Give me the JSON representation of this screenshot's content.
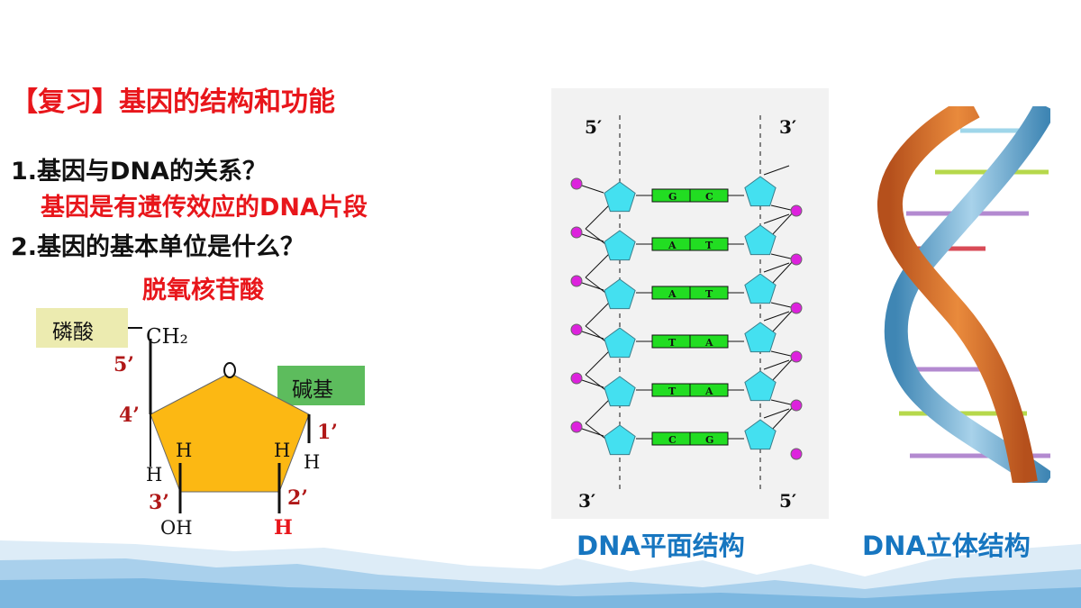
{
  "title": "【复习】基因的结构和功能",
  "question1": "1.基因与DNA的关系？",
  "answer1": "基因是有遗传效应的DNA片段",
  "question2": "2.基因的基本单位是什么？",
  "answer2": "脱氧核苷酸",
  "nucleotide": {
    "phosphate_label": "磷酸",
    "base_label": "碱基",
    "ch2": "CH₂",
    "ring_oxygen": "O",
    "oh": "OH",
    "h": "H",
    "carbons": [
      "5’",
      "4’",
      "3’",
      "2’",
      "1’"
    ]
  },
  "dna_plane": {
    "top_left_end": "5′",
    "top_right_end": "3′",
    "bottom_left_end": "3′",
    "bottom_right_end": "5′",
    "pairs": [
      [
        "G",
        "C"
      ],
      [
        "A",
        "T"
      ],
      [
        "A",
        "T"
      ],
      [
        "T",
        "A"
      ],
      [
        "T",
        "A"
      ],
      [
        "C",
        "G"
      ]
    ],
    "caption": "DNA平面结构"
  },
  "dna_3d": {
    "caption": "DNA立体结构"
  },
  "colors": {
    "title_red": "#e8161b",
    "caption_blue": "#1776c0",
    "sugar_orange": "#fcb813",
    "base_green": "#22dd22",
    "deoxyribose_cyan": "#44e0f0",
    "phosphate_magenta": "#dd22dd",
    "carbon_number_red": "#b01818"
  }
}
